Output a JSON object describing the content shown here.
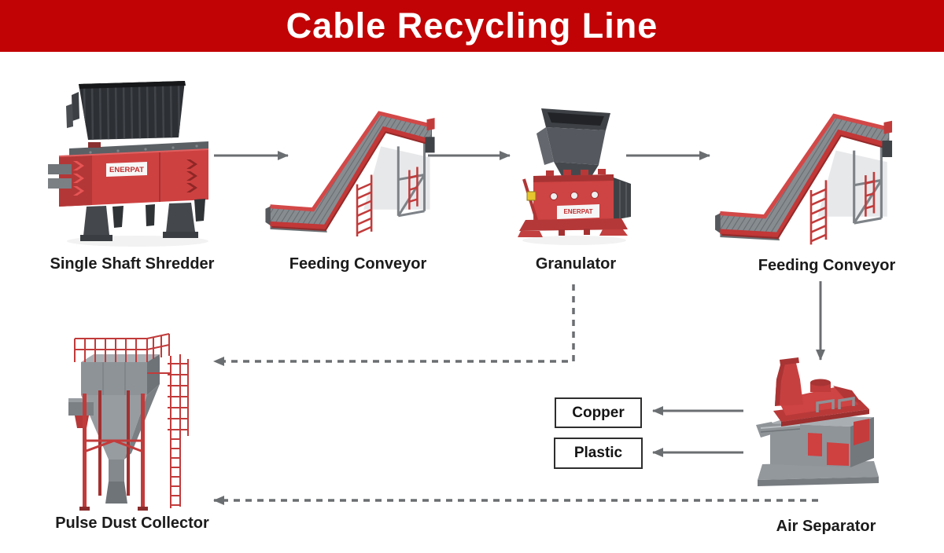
{
  "header": {
    "title": "Cable Recycling Line"
  },
  "machines": [
    {
      "id": "single-shaft-shredder",
      "label": "Single Shaft Shredder",
      "brand": "ENERPAT"
    },
    {
      "id": "feeding-conveyor-1",
      "label": "Feeding Conveyor"
    },
    {
      "id": "granulator",
      "label": "Granulator",
      "brand": "ENERPAT"
    },
    {
      "id": "feeding-conveyor-2",
      "label": "Feeding Conveyor"
    },
    {
      "id": "pulse-dust-collector",
      "label": "Pulse Dust Collector"
    },
    {
      "id": "air-separator",
      "label": "Air Separator"
    }
  ],
  "outputs": [
    {
      "label": "Copper"
    },
    {
      "label": "Plastic"
    }
  ],
  "flow": [
    {
      "from": "Single Shaft Shredder",
      "to": "Feeding Conveyor",
      "style": "solid"
    },
    {
      "from": "Feeding Conveyor",
      "to": "Granulator",
      "style": "solid"
    },
    {
      "from": "Granulator",
      "to": "Feeding Conveyor",
      "style": "solid"
    },
    {
      "from": "Feeding Conveyor",
      "to": "Air Separator",
      "style": "solid"
    },
    {
      "from": "Air Separator",
      "to": "Copper",
      "style": "solid"
    },
    {
      "from": "Air Separator",
      "to": "Plastic",
      "style": "solid"
    },
    {
      "from": "Granulator",
      "to": "Pulse Dust Collector",
      "style": "dashed"
    },
    {
      "from": "Air Separator",
      "to": "Pulse Dust Collector",
      "style": "dashed"
    }
  ],
  "colors": {
    "banner_red": "#c10305",
    "machine_red": "#ce4242",
    "machine_dark_red": "#a83434",
    "machine_gray": "#8f9499",
    "hopper_dark": "#2c2f33",
    "arrow_gray": "#6b6e71",
    "label_text": "#1b1b1b"
  }
}
